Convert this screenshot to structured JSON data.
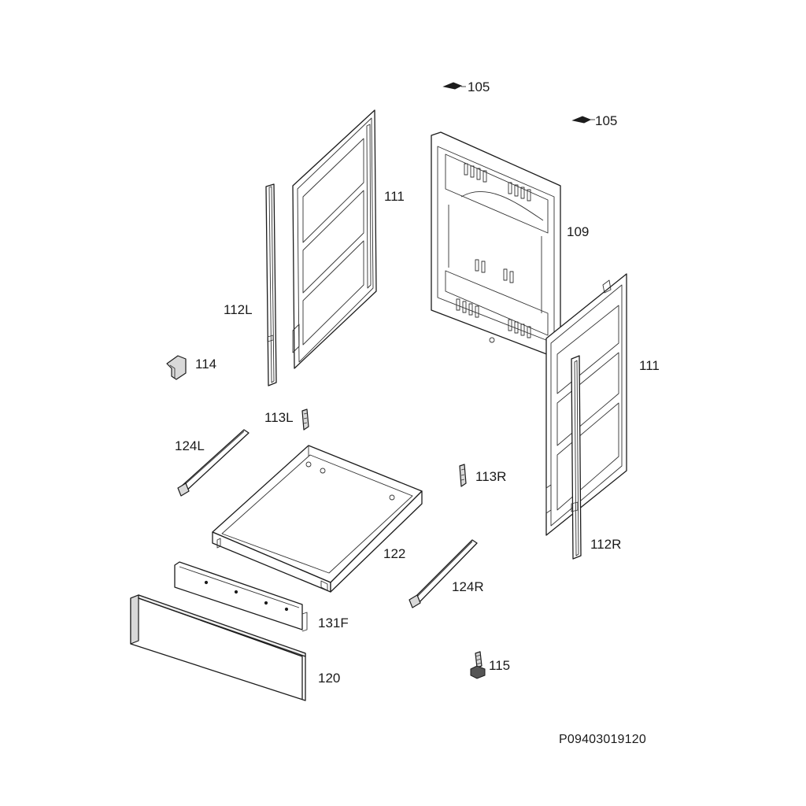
{
  "diagram": {
    "drawing_code": "P09403019120",
    "labels": {
      "l105a": "105",
      "l105b": "105",
      "l111a": "111",
      "l109": "109",
      "l112L": "112L",
      "l114": "114",
      "l111b": "111",
      "l113L": "113L",
      "l124L": "124L",
      "l113R": "113R",
      "l122": "122",
      "l112R": "112R",
      "l124R": "124R",
      "l131F": "131F",
      "l115": "115",
      "l120": "120"
    }
  }
}
